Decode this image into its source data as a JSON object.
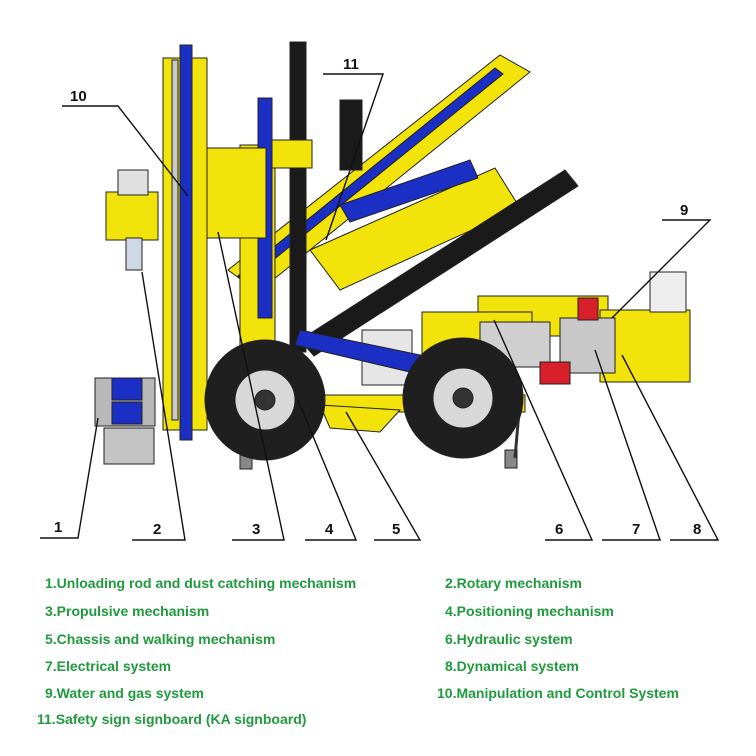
{
  "colors": {
    "machine_yellow": "#f2e30b",
    "machine_blue": "#1c2fc4",
    "machine_black": "#1a1a1a",
    "legend_green": "#1f9a3c"
  },
  "callouts": [
    "1",
    "2",
    "3",
    "4",
    "5",
    "6",
    "7",
    "8",
    "9",
    "10",
    "11"
  ],
  "legend": [
    "1.Unloading rod and dust catching mechanism",
    "2.Rotary mechanism",
    "3.Propulsive mechanism",
    "4.Positioning mechanism",
    "5.Chassis and walking mechanism",
    "6.Hydraulic system",
    "7.Electrical system",
    "8.Dynamical system",
    "9.Water and gas system",
    "10.Manipulation and Control System",
    "11.Safety sign signboard (KA signboard)"
  ]
}
